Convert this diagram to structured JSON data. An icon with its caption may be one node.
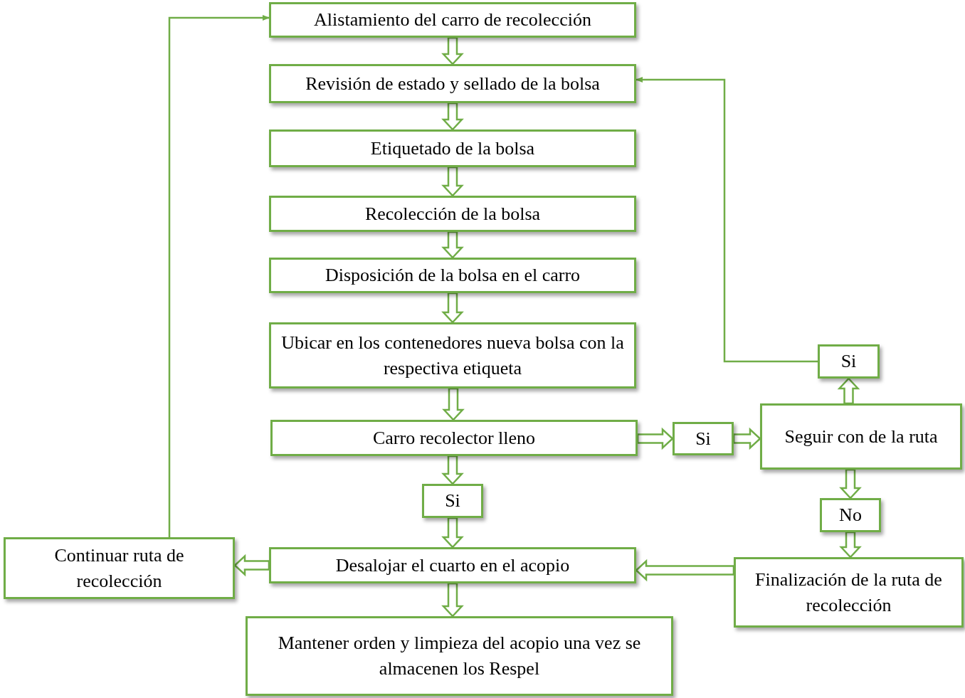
{
  "diagram": {
    "nodes": [
      {
        "text": [
          "Alistamiento del carro de recolección"
        ]
      },
      {
        "text": [
          "Revisión de estado y sellado de la bolsa"
        ]
      },
      {
        "text": [
          "Etiquetado de la bolsa"
        ]
      },
      {
        "text": [
          "Recolección de la bolsa"
        ]
      },
      {
        "text": [
          "Disposición de la bolsa en el carro"
        ]
      },
      {
        "text": [
          "Ubicar en los contenedores nueva bolsa con la respectiva etiqueta"
        ]
      },
      {
        "text": [
          "Carro recolector lleno"
        ]
      },
      {
        "text": [
          "Si"
        ]
      },
      {
        "text": [
          "Seguir con de la ruta"
        ]
      },
      {
        "text": [
          "Si"
        ]
      },
      {
        "text": [
          "No"
        ]
      },
      {
        "text": [
          "Finalización de la ruta de recolección"
        ]
      },
      {
        "text": [
          "Si"
        ]
      },
      {
        "text": [
          "Desalojar el cuarto en el acopio"
        ]
      },
      {
        "text": [
          "Continuar ruta de recolección"
        ]
      },
      {
        "text": [
          "Mantener orden y limpieza del acopio una vez se almacenen los Respel"
        ]
      }
    ],
    "edges": [
      {
        "from": 0,
        "to": 1,
        "arrow": "to",
        "style": "thick"
      },
      {
        "from": 1,
        "to": 2,
        "arrow": "to",
        "style": "thick"
      },
      {
        "from": 2,
        "to": 3,
        "arrow": "to",
        "style": "thick"
      },
      {
        "from": 3,
        "to": 4,
        "arrow": "to",
        "style": "thick"
      },
      {
        "from": 4,
        "to": 5,
        "arrow": "to",
        "style": "thick"
      },
      {
        "from": 5,
        "to": 6,
        "arrow": "to",
        "style": "thick"
      },
      {
        "from": 6,
        "to": 7,
        "arrow": "to",
        "style": "thick"
      },
      {
        "from": 7,
        "to": 8,
        "arrow": "to",
        "style": "thick"
      },
      {
        "from": 8,
        "to": 9,
        "arrow": "to",
        "style": "thick"
      },
      {
        "from": 9,
        "to": 1,
        "arrow": "to"
      },
      {
        "from": 8,
        "to": 10,
        "arrow": "to",
        "style": "thick"
      },
      {
        "from": 10,
        "to": 11,
        "arrow": "to",
        "style": "thick"
      },
      {
        "from": 11,
        "to": 13,
        "arrow": "to",
        "style": "thick"
      },
      {
        "from": 6,
        "to": 12,
        "arrow": "to",
        "style": "thick"
      },
      {
        "from": 12,
        "to": 13,
        "arrow": "to",
        "style": "thick"
      },
      {
        "from": 13,
        "to": 14,
        "arrow": "to",
        "style": "thick"
      },
      {
        "from": 14,
        "to": 0,
        "arrow": "to"
      },
      {
        "from": 13,
        "to": 15,
        "arrow": "to",
        "style": "thick"
      }
    ]
  }
}
